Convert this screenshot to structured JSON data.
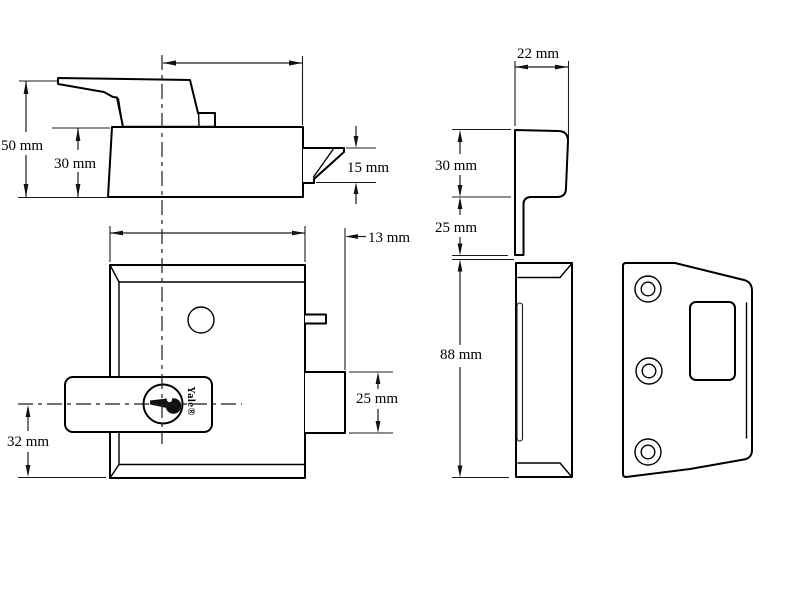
{
  "diagram": {
    "background": "#ffffff",
    "ink": "#000000",
    "brand": "Yale®",
    "labels": {
      "top_overall_height": "50 mm",
      "top_case_height": "30 mm",
      "bolt_projection": "15 mm",
      "bolt_clearance": "13 mm",
      "bolt_height": "25 mm",
      "cylinder_to_base": "32 mm",
      "case_depth": "22 mm",
      "side_upper_height": "30 mm",
      "side_lower_height": "25 mm",
      "case_height": "88 mm"
    }
  }
}
